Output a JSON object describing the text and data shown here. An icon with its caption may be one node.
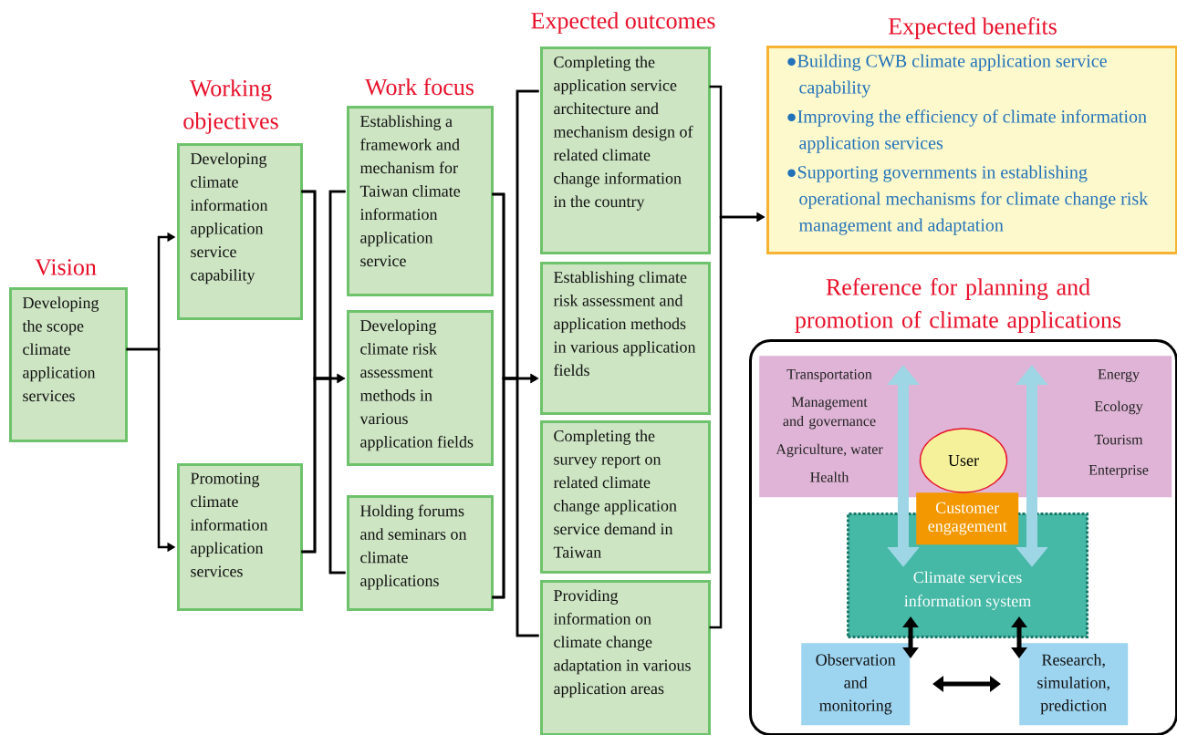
{
  "diagram": {
    "nodes": [
      {
        "text": [
          "Vision",
          "Developing the scope climate application services"
        ]
      },
      {
        "text": [
          "Developing climate information application service capability"
        ]
      },
      {
        "text": [
          "Promoting climate information application services"
        ]
      },
      {
        "text": [
          "Establishing a framework and mechanism for Taiwan climate information application service"
        ]
      },
      {
        "text": [
          "Developing climate risk assessment methods in various application fields"
        ]
      },
      {
        "text": [
          "Holding forums and seminars on climate applications"
        ]
      },
      {
        "text": [
          "Completing the application service architecture and mechanism design of related climate change information in the country"
        ]
      },
      {
        "text": [
          "Establishing climate risk assessment and application methods in various application fields"
        ]
      },
      {
        "text": [
          "Completing the survey report on related climate change application service demand in Taiwan"
        ]
      },
      {
        "text": [
          "Providing information on climate change adaptation in various application areas"
        ]
      },
      {
        "text": [
          "Expected benefits",
          "●Building CWB climate application service capability",
          "●Improving the efficiency of climate information application services",
          "●Supporting governments in establishing operational mechanisms for climate change risk management and adaptation"
        ]
      },
      {
        "text": [
          "Reference for planning and promotion of climate applications"
        ]
      },
      {
        "text": [
          "Transportation",
          "Management and governance",
          "Agriculture, water",
          "Health",
          "Energy",
          "Ecology",
          "Tourism",
          "Enterprise"
        ],
        "in": 11
      },
      {
        "text": [
          "User"
        ],
        "in": 12
      },
      {
        "text": [
          "Customer engagement"
        ],
        "in": 11
      },
      {
        "text": [
          "Climate services information system"
        ],
        "in": 11
      },
      {
        "text": [
          "Observation and monitoring"
        ],
        "in": 11
      },
      {
        "text": [
          "Research, simulation, prediction"
        ],
        "in": 11
      }
    ],
    "edges": [
      {
        "from": 0,
        "to": 1,
        "arrow": "to"
      },
      {
        "from": 0,
        "to": 2,
        "arrow": "to"
      },
      {
        "from": 1,
        "to": 3,
        "arrow": "none"
      },
      {
        "from": 1,
        "to": 4,
        "arrow": "to"
      },
      {
        "from": 1,
        "to": 5,
        "arrow": "none"
      },
      {
        "from": 2,
        "to": 3,
        "arrow": "none"
      },
      {
        "from": 2,
        "to": 4,
        "arrow": "to"
      },
      {
        "from": 2,
        "to": 5,
        "arrow": "none"
      },
      {
        "from": 3,
        "to": 6,
        "arrow": "none"
      },
      {
        "from": 3,
        "to": 7,
        "arrow": "to"
      },
      {
        "from": 3,
        "to": 9,
        "arrow": "none"
      },
      {
        "from": 5,
        "to": 6,
        "arrow": "none"
      },
      {
        "from": 5,
        "to": 7,
        "arrow": "to"
      },
      {
        "from": 5,
        "to": 9,
        "arrow": "none"
      },
      {
        "from": 6,
        "to": 10,
        "arrow": "to"
      },
      {
        "from": 9,
        "to": 10,
        "arrow": "to"
      },
      {
        "from": 12,
        "to": 15,
        "arrow": "both",
        "style": "thick",
        "color": "#9fd6e6"
      },
      {
        "from": 12,
        "to": 15,
        "arrow": "both",
        "style": "thick",
        "color": "#9fd6e6"
      },
      {
        "from": 15,
        "to": 16,
        "arrow": "both",
        "style": "thick"
      },
      {
        "from": 15,
        "to": 17,
        "arrow": "both",
        "style": "thick"
      },
      {
        "from": 16,
        "to": 17,
        "arrow": "both",
        "style": "thick"
      }
    ],
    "labels": [
      "Working objectives",
      "Work focus",
      "Expected outcomes"
    ]
  }
}
